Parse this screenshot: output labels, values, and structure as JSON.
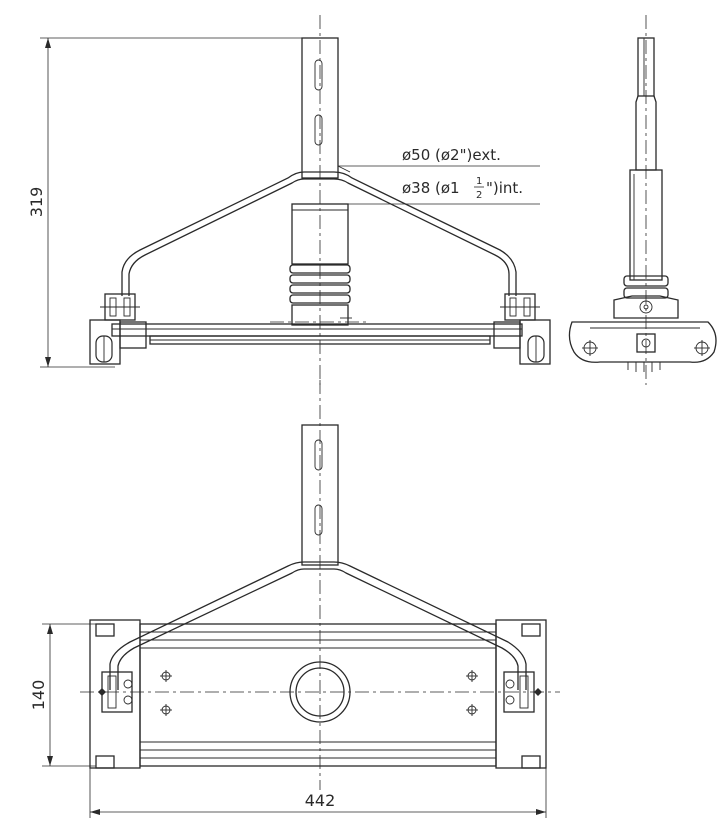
{
  "dimensions": {
    "height": "319",
    "depth": "140",
    "width": "442"
  },
  "labels": {
    "ext_diameter": "ø50  (ø2\")ext.",
    "int_diameter_prefix": "ø38  (ø1",
    "int_fraction_num": "1",
    "int_fraction_den": "2",
    "int_diameter_suffix": "\")int."
  }
}
